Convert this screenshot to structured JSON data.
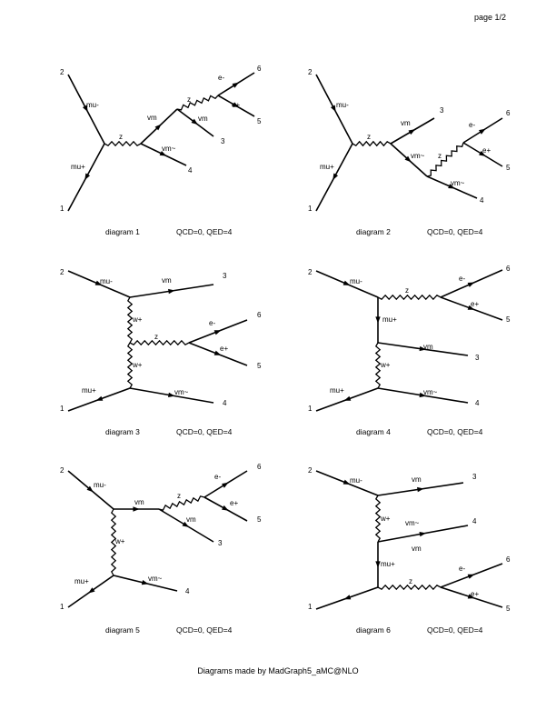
{
  "page_label": "page 1/2",
  "footer": "Diagrams made by MadGraph5_aMC@NLO",
  "diagrams": [
    {
      "caption": "diagram 1",
      "order": "QCD=0, QED=4",
      "labels": [
        "2",
        "mu-",
        "mu+",
        "1",
        "z",
        "vm",
        "e-",
        "6",
        "z",
        "e+",
        "5",
        "vm",
        "3",
        "vm~",
        "4"
      ]
    },
    {
      "caption": "diagram 2",
      "order": "QCD=0, QED=4",
      "labels": [
        "2",
        "mu-",
        "mu+",
        "1",
        "z",
        "vm",
        "3",
        "vm~",
        "z",
        "e-",
        "6",
        "e+",
        "5",
        "vm~",
        "4"
      ]
    },
    {
      "caption": "diagram 3",
      "order": "QCD=0, QED=4",
      "labels": [
        "2",
        "mu-",
        "vm",
        "3",
        "w+",
        "z",
        "e-",
        "6",
        "e+",
        "5",
        "w+",
        "mu+",
        "vm~",
        "1",
        "4"
      ]
    },
    {
      "caption": "diagram 4",
      "order": "QCD=0, QED=4",
      "labels": [
        "2",
        "mu-",
        "e-",
        "6",
        "z",
        "e+",
        "5",
        "mu+",
        "vm",
        "3",
        "w+",
        "mu+",
        "vm~",
        "1",
        "4"
      ]
    },
    {
      "caption": "diagram 5",
      "order": "QCD=0, QED=4",
      "labels": [
        "2",
        "mu-",
        "e-",
        "6",
        "vm",
        "z",
        "e+",
        "5",
        "vm",
        "3",
        "w+",
        "mu+",
        "vm~",
        "1",
        "4"
      ]
    },
    {
      "caption": "diagram 6",
      "order": "QCD=0, QED=4",
      "labels": [
        "2",
        "mu-",
        "vm",
        "3",
        "w+",
        "vm~",
        "4",
        "vm",
        "e-",
        "6",
        "mu+",
        "z",
        "e+",
        "1",
        "5"
      ]
    }
  ]
}
